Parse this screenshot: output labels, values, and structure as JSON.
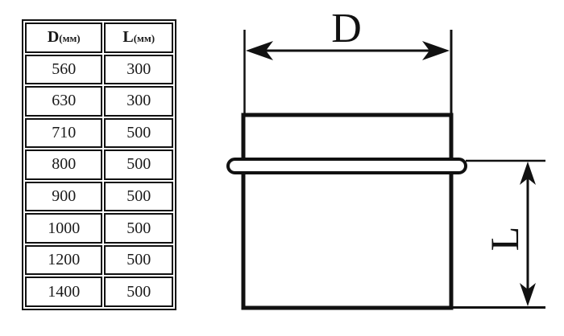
{
  "table": {
    "header": {
      "d_main": "D",
      "d_sub": "(мм)",
      "l_main": "L",
      "l_sub": "(мм)"
    },
    "rows": [
      {
        "d": "560",
        "l": "300"
      },
      {
        "d": "630",
        "l": "300"
      },
      {
        "d": "710",
        "l": "500"
      },
      {
        "d": "800",
        "l": "500"
      },
      {
        "d": "900",
        "l": "500"
      },
      {
        "d": "1000",
        "l": "500"
      },
      {
        "d": "1200",
        "l": "500"
      },
      {
        "d": "1400",
        "l": "500"
      }
    ]
  },
  "diagram": {
    "labels": {
      "diameter": "D",
      "length": "L"
    },
    "colors": {
      "line": "#111111",
      "background": "#ffffff"
    }
  }
}
